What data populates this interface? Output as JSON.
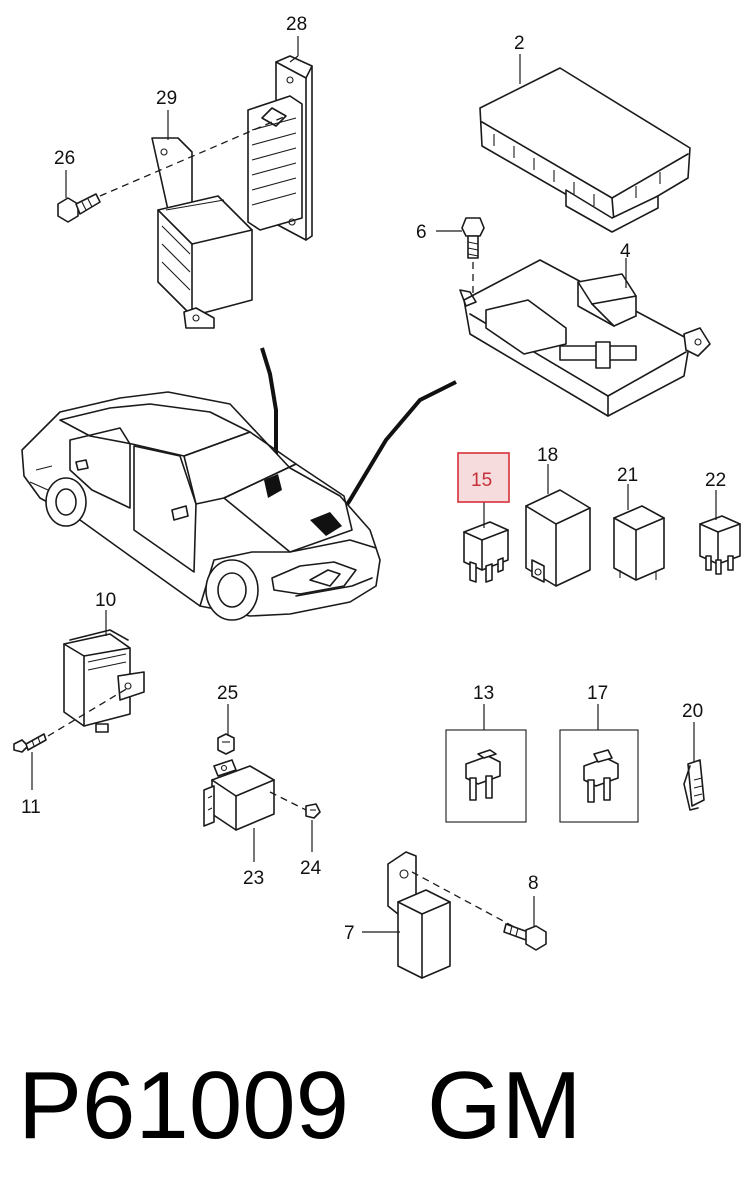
{
  "diagram": {
    "callouts": [
      {
        "id": "28",
        "text": "28"
      },
      {
        "id": "2",
        "text": "2"
      },
      {
        "id": "29",
        "text": "29"
      },
      {
        "id": "26",
        "text": "26"
      },
      {
        "id": "6",
        "text": "6"
      },
      {
        "id": "4",
        "text": "4"
      },
      {
        "id": "15",
        "text": "15",
        "highlighted": true
      },
      {
        "id": "18",
        "text": "18"
      },
      {
        "id": "21",
        "text": "21"
      },
      {
        "id": "22",
        "text": "22"
      },
      {
        "id": "10",
        "text": "10"
      },
      {
        "id": "25",
        "text": "25"
      },
      {
        "id": "13",
        "text": "13"
      },
      {
        "id": "17",
        "text": "17"
      },
      {
        "id": "20",
        "text": "20"
      },
      {
        "id": "11",
        "text": "11"
      },
      {
        "id": "23",
        "text": "23"
      },
      {
        "id": "24",
        "text": "24"
      },
      {
        "id": "8",
        "text": "8"
      },
      {
        "id": "7",
        "text": "7"
      }
    ],
    "highlight_color": "#d9303a",
    "highlight_fill": "#f6dcdc"
  },
  "caption": {
    "part_number": "P61009",
    "brand": "GM"
  }
}
